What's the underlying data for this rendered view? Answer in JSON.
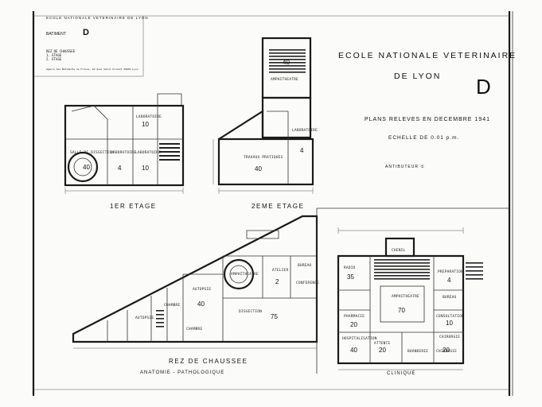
{
  "header": {
    "institution_line": "ECOLE NATIONALE VETERINAIRE DE LYON",
    "building_label": "BATIMENT",
    "building_letter": "D",
    "levels": [
      "REZ DE CHAUSSEE",
      "1. ETAGE",
      "2. ETAGE"
    ],
    "note": "Agence des Batiments de France, 20 quai Saint Vincent 69001 Lyon"
  },
  "title_block": {
    "line1": "ECOLE NATIONALE VETERINAIRE",
    "line2": "DE LYON",
    "big_letter": "D",
    "plans": "PLANS RELEVES EN DECEMBRE 1941",
    "scale": "ECHELLE DE 0.01 p.m.",
    "author": "ANTIBUTEUR ①"
  },
  "plans": {
    "first_floor": {
      "caption": "1ER ETAGE",
      "rooms": [
        {
          "label": "LABORATOIRE",
          "num": "10"
        },
        {
          "label": "SALLE DE DISSECTION",
          "num": "40"
        },
        {
          "label": "LABORATOIRE",
          "num": "4"
        },
        {
          "label": "LABORATOIRE",
          "num": "10"
        }
      ]
    },
    "second_floor": {
      "caption": "2EME ETAGE",
      "rooms": [
        {
          "label": "",
          "num": "40"
        },
        {
          "label": "AMPHITHEATRE",
          "num": ""
        },
        {
          "label": "LABORATOIRE",
          "num": ""
        },
        {
          "label": "TRAVAUX PRATIQUES",
          "num": "40"
        },
        {
          "label": "",
          "num": "4"
        }
      ]
    },
    "ground_floor": {
      "caption": "REZ DE CHAUSSEE",
      "subcaption": "ANATOMIE - PATHOLOGIQUE",
      "rooms": [
        {
          "label": "AMPHITHEATRE",
          "num": ""
        },
        {
          "label": "ATELIER",
          "num": "2"
        },
        {
          "label": "BUREAU",
          "num": ""
        },
        {
          "label": "CONFERENCE",
          "num": ""
        },
        {
          "label": "AUTOPSIE",
          "num": "40"
        },
        {
          "label": "DISSECTION",
          "num": "75"
        },
        {
          "label": "AUTOPSIE",
          "num": ""
        },
        {
          "label": "CHAMBRE",
          "num": ""
        },
        {
          "label": "CHAMBRE",
          "num": ""
        }
      ]
    },
    "clinic": {
      "subcaption": "CLINIQUE",
      "rooms": [
        {
          "label": "CHENIL",
          "num": ""
        },
        {
          "label": "RADIO",
          "num": "35"
        },
        {
          "label": "PREPARATION",
          "num": "4"
        },
        {
          "label": "BUREAU",
          "num": ""
        },
        {
          "label": "AMPHITHEATRE",
          "num": "70"
        },
        {
          "label": "CONSULTATION",
          "num": "10"
        },
        {
          "label": "PHARMACIE",
          "num": "20"
        },
        {
          "label": "CHIRURGIE",
          "num": ""
        },
        {
          "label": "HOSPITALISATION",
          "num": "40"
        },
        {
          "label": "ATTENTE",
          "num": "20"
        },
        {
          "label": "BUANDERIE",
          "num": ""
        },
        {
          "label": "CHIRURGIE",
          "num": "20"
        }
      ]
    }
  }
}
